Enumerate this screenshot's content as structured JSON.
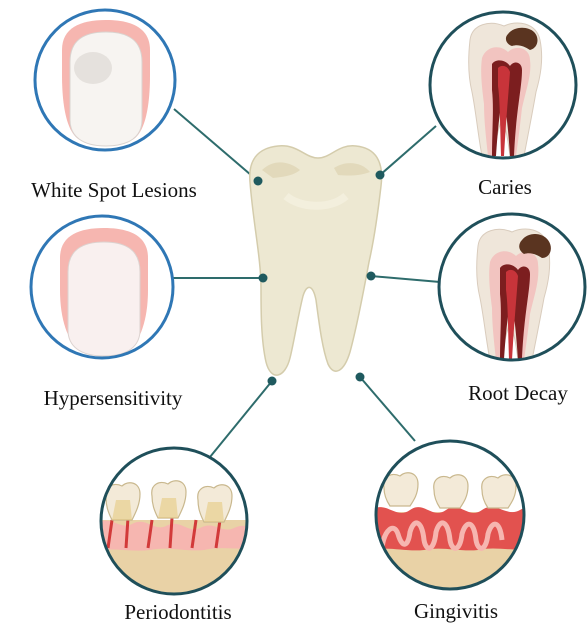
{
  "colors": {
    "ring_blue": "#2f77b5",
    "ring_teal": "#1f4f5a",
    "connector": "#2e6c6c",
    "node": "#1f5a5f",
    "tooth_enamel": "#f0ecd8",
    "tooth_shade": "#ded8bd",
    "gum_pink": "#f6b6b0",
    "pulp_red": "#b5262a",
    "decay_brown": "#5a3420",
    "bone_beige": "#e9d2a6"
  },
  "conditions": [
    {
      "id": "white-spot-lesions",
      "label": "White Spot Lesions",
      "icon": "incisor-with-spot-icon"
    },
    {
      "id": "caries",
      "label": "Caries",
      "icon": "molar-crown-caries-icon"
    },
    {
      "id": "hypersensitivity",
      "label": "Hypersensitivity",
      "icon": "incisor-gum-icon"
    },
    {
      "id": "root-decay",
      "label": "Root Decay",
      "icon": "molar-root-decay-icon"
    },
    {
      "id": "periodontitis",
      "label": "Periodontitis",
      "icon": "receded-gums-bone-loss-icon"
    },
    {
      "id": "gingivitis",
      "label": "Gingivitis",
      "icon": "inflamed-gums-icon"
    }
  ]
}
